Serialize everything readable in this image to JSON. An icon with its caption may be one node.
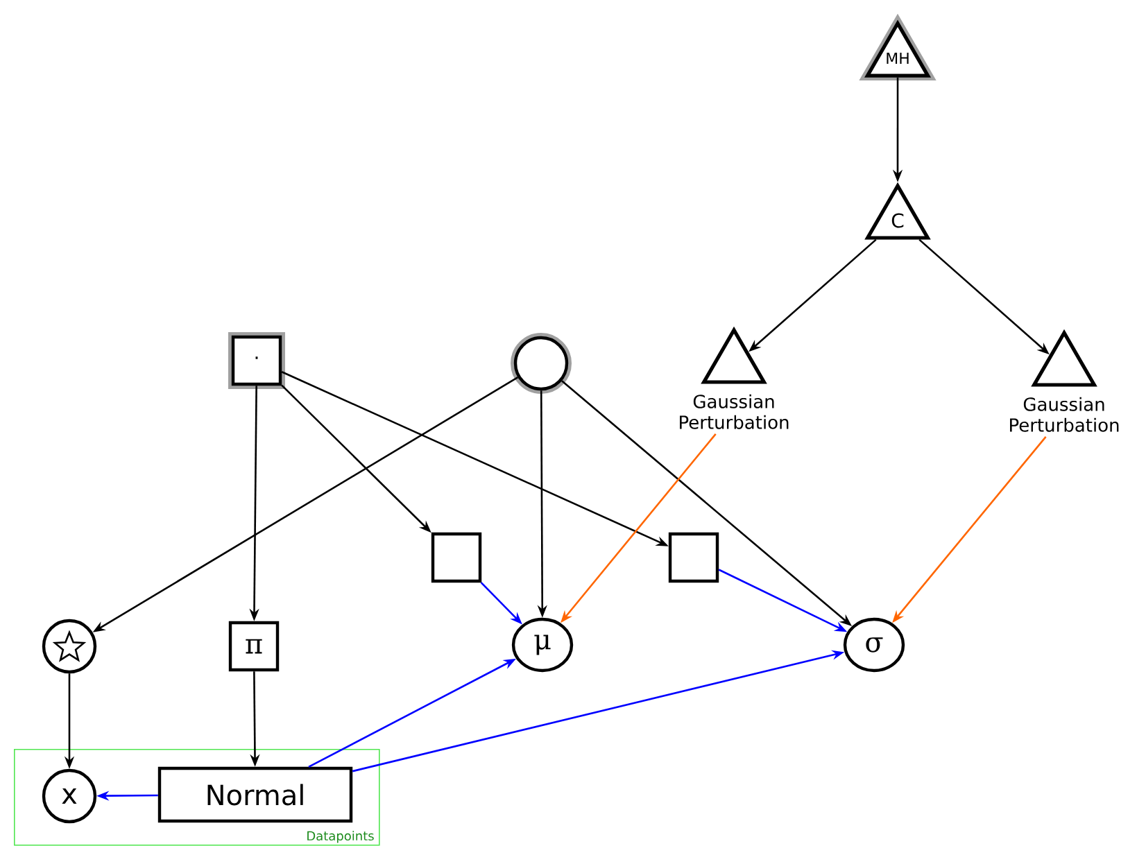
{
  "diagram": {
    "nodes": [
      {
        "text": [
          "MH"
        ]
      },
      {
        "text": [
          "C"
        ]
      },
      {
        "text": [
          "Gaussian Perturbation"
        ]
      },
      {
        "text": [
          "Gaussian Perturbation"
        ]
      },
      {
        "text": [
          "·"
        ]
      },
      {
        "text": [],
        "shape": "circle"
      },
      {
        "text": [],
        "shape": "circle"
      },
      {
        "text": [
          "π"
        ]
      },
      {
        "text": [],
        "shape": "box"
      },
      {
        "text": [
          "μ"
        ]
      },
      {
        "text": [],
        "shape": "box"
      },
      {
        "text": [
          "σ"
        ]
      },
      {
        "text": [
          "Datapoints"
        ]
      },
      {
        "text": [
          "x"
        ],
        "in": 12
      },
      {
        "text": [
          "Normal"
        ],
        "in": 12
      }
    ],
    "edges": [
      {
        "from": 0,
        "to": 1,
        "arrow": "to"
      },
      {
        "from": 1,
        "to": 2,
        "arrow": "to"
      },
      {
        "from": 1,
        "to": 3,
        "arrow": "to"
      },
      {
        "from": 4,
        "to": 7,
        "arrow": "to"
      },
      {
        "from": 4,
        "to": 8,
        "arrow": "to"
      },
      {
        "from": 4,
        "to": 10,
        "arrow": "to"
      },
      {
        "from": 5,
        "to": 6,
        "arrow": "to"
      },
      {
        "from": 5,
        "to": 9,
        "arrow": "to"
      },
      {
        "from": 5,
        "to": 11,
        "arrow": "to"
      },
      {
        "from": 2,
        "to": 9,
        "arrow": "to",
        "color": "#ff6600"
      },
      {
        "from": 3,
        "to": 11,
        "arrow": "to",
        "color": "#ff6600"
      },
      {
        "from": 8,
        "to": 9,
        "arrow": "to",
        "color": "#0000ff"
      },
      {
        "from": 10,
        "to": 11,
        "arrow": "to",
        "color": "#0000ff"
      },
      {
        "from": 6,
        "to": 13,
        "arrow": "to"
      },
      {
        "from": 7,
        "to": 14,
        "arrow": "to"
      },
      {
        "from": 14,
        "to": 13,
        "arrow": "to",
        "color": "#0000ff"
      },
      {
        "from": 14,
        "to": 9,
        "arrow": "to",
        "color": "#0000ff"
      },
      {
        "from": 14,
        "to": 11,
        "arrow": "to",
        "color": "#0000ff"
      }
    ]
  }
}
